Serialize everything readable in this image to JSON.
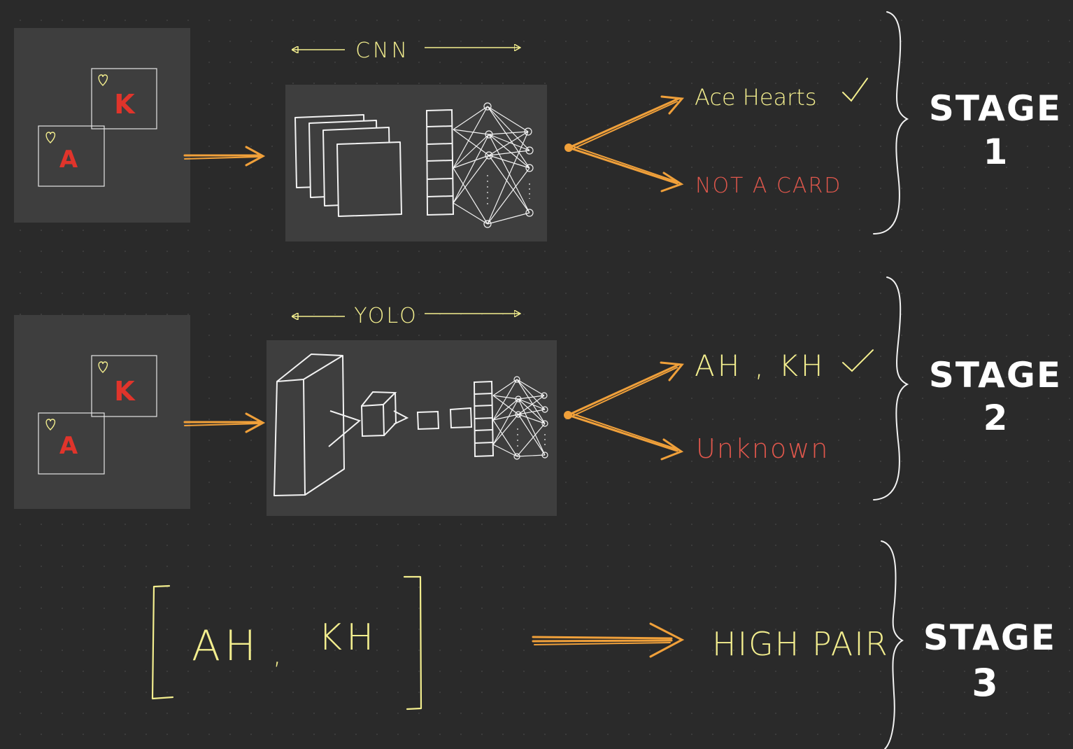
{
  "colors": {
    "background": "#2a2a2a",
    "panel": "#3e3e3e",
    "sketch": "#f2f2f2",
    "arrow": "#f0a03a",
    "highlight_text": "#f3ee8e",
    "negative_text": "#e0574c",
    "card_letter": "#e0342b",
    "card_suit": "#f3ee8e",
    "stage_text": "#ffffff"
  },
  "stages": [
    {
      "model_label": "CNN",
      "cards": [
        {
          "rank": "K",
          "suit_icon": "heart-icon"
        },
        {
          "rank": "A",
          "suit_icon": "heart-icon"
        }
      ],
      "positive_output": "Ace Hearts",
      "negative_output": "NOT A CARD",
      "stage_title": "STAGE",
      "stage_number": "1"
    },
    {
      "model_label": "YOLO",
      "cards": [
        {
          "rank": "K",
          "suit_icon": "heart-icon"
        },
        {
          "rank": "A",
          "suit_icon": "heart-icon"
        }
      ],
      "positive_output": "AH , KH",
      "negative_output": "Unknown",
      "stage_title": "STAGE",
      "stage_number": "2"
    },
    {
      "list_items": [
        "AH",
        "KH"
      ],
      "list_separator": ",",
      "output": "HIGH PAIR",
      "stage_title": "STAGE",
      "stage_number": "3"
    }
  ]
}
